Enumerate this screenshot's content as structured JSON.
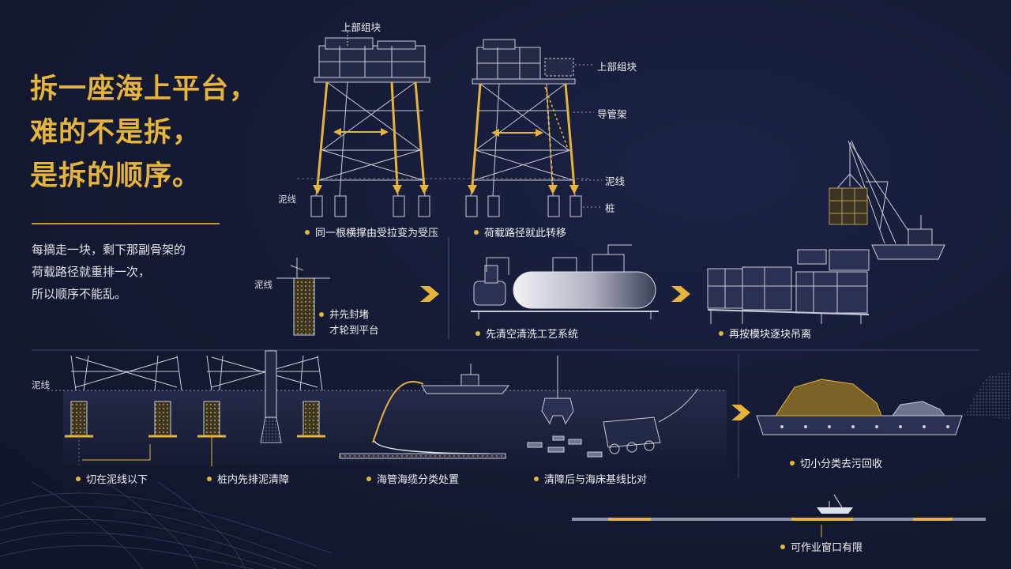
{
  "headline": {
    "line1": "拆一座海上平台，",
    "line2": "难的不是拆，",
    "line3": "是拆的顺序。"
  },
  "intro": {
    "line1": "每摘走一块，剩下那副骨架的",
    "line2": "荷载路径就重排一次，",
    "line3": "所以顺序不能乱。"
  },
  "labels": {
    "topsides_top": "上部组块",
    "topsides_right": "上部组块",
    "jacket": "导管架",
    "mudline_right": "泥线",
    "pile": "桩",
    "mudline_left": "泥线",
    "mudline_well": "泥线",
    "mudline_bottom": "泥线"
  },
  "captions": {
    "brace": "同一根横撑由受拉变为受压",
    "loadpath": "荷载路径就此转移",
    "well_line1": "井先封堵",
    "well_line2": "才轮到平台",
    "process": "先清空清洗工艺系统",
    "modules": "再按模块逐块吊离",
    "cut": "切在泥线以下",
    "pile_clean": "桩内先排泥清障",
    "pipeline": "海管海缆分类处置",
    "seabed": "清障后与海床基线比对",
    "recycle": "切小分类去污回收",
    "window": "可作业窗口有限"
  },
  "colors": {
    "background": "#141a33",
    "accent": "#e6b43a",
    "line": "#c9ccd8"
  },
  "icons": [
    "chevron-right-icon",
    "bullet-dot-icon"
  ]
}
